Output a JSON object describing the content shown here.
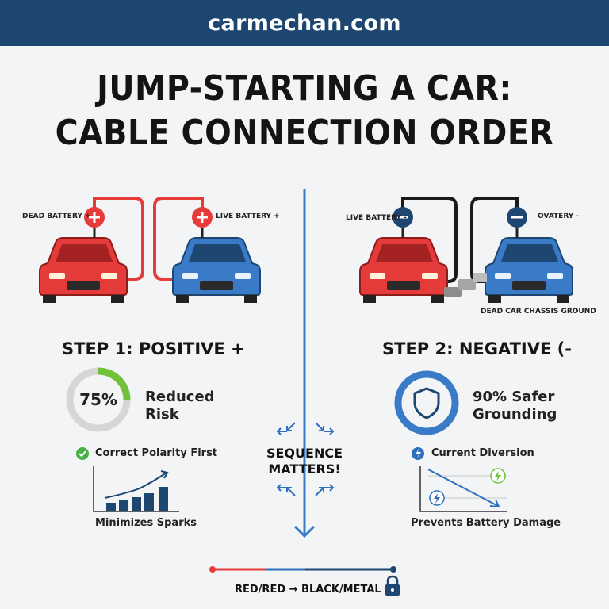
{
  "site": {
    "name": "carmechan.com"
  },
  "title": {
    "line1": "JUMP-STARTING A CAR:",
    "line2": "CABLE CONNECTION ORDER"
  },
  "left": {
    "dead_label": "DEAD BATTERY +",
    "live_label": "LIVE BATTERY +",
    "step_title": "STEP 1: POSITIVE +",
    "stat_value": "75%",
    "stat_fraction": 0.75,
    "stat_label_1": "Reduced",
    "stat_label_2": "Risk",
    "check_text": "Correct Polarity First",
    "chart_caption": "Minimizes Sparks"
  },
  "right": {
    "live_label": "LIVE BATTERY -",
    "dead_label": "OVATERY -",
    "ground_label": "DEAD CAR CHASSIS GROUND",
    "step_title": "STEP 2: NEGATIVE (-",
    "stat_label_1": "90% Safer",
    "stat_label_2": "Grounding",
    "bolt_text": "Current Diversion",
    "chart_caption": "Prevents Battery Damage"
  },
  "center": {
    "line1": "SEQUENCE",
    "line2": "MATTERS!"
  },
  "footer": {
    "legend": "RED/RED → BLACK/METAL"
  },
  "colors": {
    "header": "#1d4670",
    "red": "#e63b3b",
    "blue": "#3a7bc8",
    "navy": "#1d4670",
    "green": "#6fc23a"
  }
}
